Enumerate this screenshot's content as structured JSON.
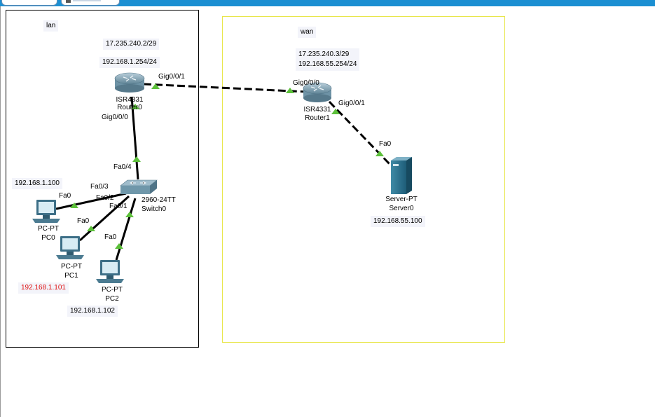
{
  "colors": {
    "title_bar": "#1b8fd2",
    "link_up": "#5cc03a",
    "ip_highlight": "#e01010"
  },
  "clusters": {
    "lan": "lan",
    "wan": "wan"
  },
  "devices": {
    "router0": {
      "model": "ISR4331",
      "name": "Router0",
      "ips": [
        "17.235.240.2/29",
        "192.168.1.254/24"
      ]
    },
    "router1": {
      "model": "ISR4331",
      "name": "Router1",
      "ips": [
        "17.235.240.3/29",
        "192.168.55.254/24"
      ]
    },
    "switch0": {
      "model": "2960-24TT",
      "name": "Switch0"
    },
    "pc0": {
      "model": "PC-PT",
      "name": "PC0",
      "ip": "192.168.1.100"
    },
    "pc1": {
      "model": "PC-PT",
      "name": "PC1",
      "ip": "192.168.1.101"
    },
    "pc2": {
      "model": "PC-PT",
      "name": "PC2",
      "ip": "192.168.1.102"
    },
    "server0": {
      "model": "Server-PT",
      "name": "Server0",
      "ip": "192.168.55.100"
    }
  },
  "ports": {
    "r0_wan": "Gig0/0/1",
    "r0_lan": "Gig0/0/0",
    "r1_wan": "Gig0/0/0",
    "r1_srv": "Gig0/0/1",
    "sw_up": "Fa0/4",
    "sw_pc0": "Fa0/3",
    "sw_pc1": "Fa0/2",
    "sw_pc2": "Fa0/1",
    "pc0": "Fa0",
    "pc1": "Fa0",
    "pc2": "Fa0",
    "server": "Fa0"
  }
}
